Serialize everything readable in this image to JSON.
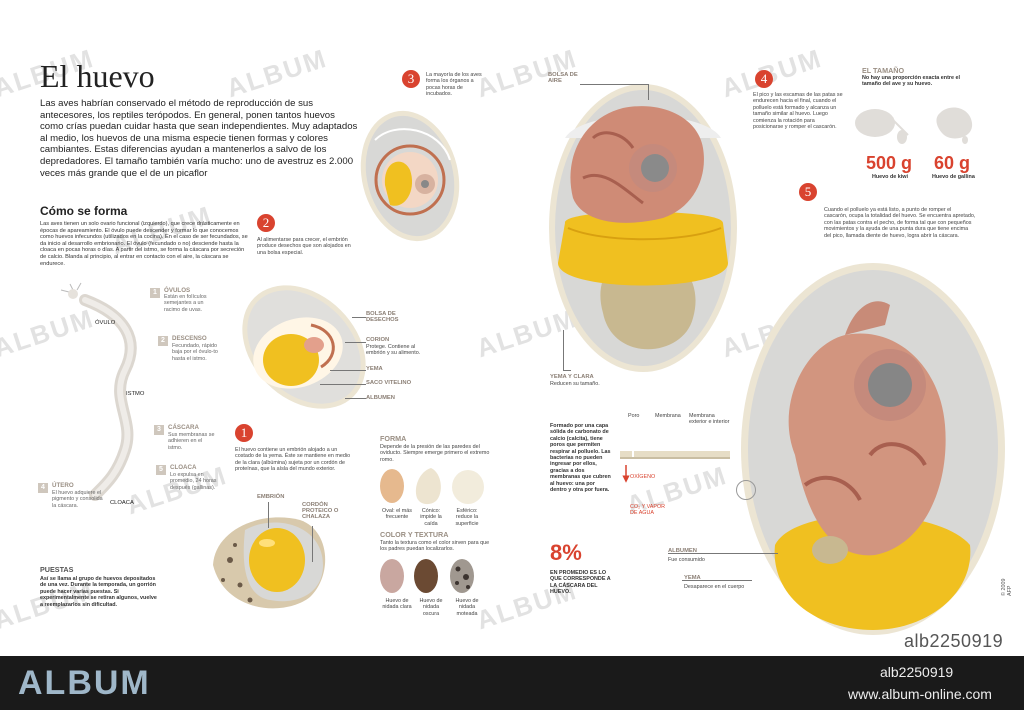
{
  "title": "El huevo",
  "intro": "Las aves habrían conservado el método de reproducción de sus antecesores, los reptiles terópodos. En general, ponen tantos huevos como crías puedan cuidar hasta que sean independientes. Muy adaptados al medio, los huevos de una misma especie tienen formas y colores cambiantes. Estas diferencias ayudan a mantenerlos a salvo de los depredadores. El tamaño también varía mucho: uno de avestruz es 2.000 veces más grande que el de un picaflor",
  "como_se_forma": {
    "heading": "Cómo se forma",
    "text": "Las aves tienen un solo ovario funcional (izquierdo), que crece drásticamente en épocas de apareamiento. El óvulo puede descender y formar lo que conocemos como huevos infecundos (utilizados en la cocina). En el caso de ser fecundados, se da inicio al desarrollo embrionario. El óvulo (fecundado o no) desciende hasta la cloaca en pocas horas o días. A partir del istmo, se forma la cáscara por secreción de calcio. Blanda al principio, al entrar en contacto con el aire, la cáscara se endurece.",
    "labels": {
      "ovulo": "ÓVULO",
      "istmo": "ISTMO",
      "cloaca": "CLOACA"
    },
    "steps": [
      {
        "num": "1",
        "title": "ÓVULOS",
        "desc": "Están en folículos semejantes a un racimo de uvas."
      },
      {
        "num": "2",
        "title": "DESCENSO",
        "desc": "Fecundado, rápido baja por el óvulo-to hasta el istmo."
      },
      {
        "num": "3",
        "title": "CÁSCARA",
        "desc": "Sus membranas se adhieren en el istmo."
      },
      {
        "num": "5",
        "title": "CLOACA",
        "desc": "Lo expulsa en promedio, 24 horas después (gallinas)."
      },
      {
        "num": "4",
        "title": "ÚTERO",
        "desc": "El huevo adquiere el pigmento y consolida la cáscara."
      }
    ]
  },
  "puestas": {
    "title": "PUESTAS",
    "text": "Así se llama al grupo de huevos depositados de una vez. Durante la temporada, un gorrión puede hacer varias puestas. Si experimentalmente se retiran algunos, vuelve a reemplazarlos sin dificultad."
  },
  "stages": [
    {
      "num": "1",
      "text": "El huevo contiene un embrión alojado a un costado de la yema. Éste se mantiene en medio de la clara (albúmina) sujeta por un cordón de proteínas, que la aísla del mundo exterior."
    },
    {
      "num": "2",
      "text": "Al alimentarse para crecer, el embrión produce desechos que son alojados en una bolsa especial."
    },
    {
      "num": "3",
      "text": "La mayoría de los aves forma los órganos a pocas horas de incubados."
    },
    {
      "num": "4",
      "text": "El pico y las escamas de las patas se endurecen hacia el final, cuando el polluelo está formado y alcanza un tamaño similar al huevo. Luego comienza la rotación para posicionarse y romper el cascarón."
    },
    {
      "num": "5",
      "text": "Cuando el polluelo ya está listo, a punto de romper el cascarón, ocupa la totalidad del huevo. Se encuentra apretado, con las patas contra el pecho, de forma tal que con pequeños movimientos y la ayuda de una punta dura que tiene encima del pico, llamada diente de huevo, logra abrir la cáscara."
    }
  ],
  "egg1_labels": {
    "embrion": "EMBRIÓN",
    "cordon": "CORDÓN PROTEICO O CHALAZA"
  },
  "egg2_labels": [
    {
      "title": "BOLSA DE DESECHOS",
      "desc": ""
    },
    {
      "title": "CORION",
      "desc": "Protege. Contiene al embrión y su alimento."
    },
    {
      "title": "YEMA",
      "desc": ""
    },
    {
      "title": "SACO VITELINO",
      "desc": ""
    },
    {
      "title": "ALBUMEN",
      "desc": ""
    }
  ],
  "forma": {
    "title": "FORMA",
    "desc": "Depende de la presión de las paredes del oviducto. Siempre emerge primero el extremo romo.",
    "items": [
      {
        "label": "Oval: el más frecuente"
      },
      {
        "label": "Cónico: impide la caída"
      },
      {
        "label": "Esférico: reduce la superficie"
      }
    ]
  },
  "color_textura": {
    "title": "COLOR Y TEXTURA",
    "desc": "Tanto la textura como el color sirven para que los padres puedan localizarlos.",
    "items": [
      {
        "label": "Huevo de nidada clara"
      },
      {
        "label": "Huevo de nidada oscura"
      },
      {
        "label": "Huevo de nidada moteada"
      }
    ]
  },
  "bolsa_aire": "BOLSA DE AIRE",
  "yema_clara": {
    "title": "YEMA Y CLARA",
    "desc": "Reducen su tamaño."
  },
  "shell_text": "Formado por una capa sólida de carbonato de calcio (calcita), tiene poros que permiten respirar al polluelo. Las bacterias no pueden ingresar por ellos, gracias a dos membranas que cubren al huevo: una por dentro y otra por fuera.",
  "pct": {
    "value": "8%",
    "desc": "EN PROMEDIO ES LO QUE CORRESPONDE A LA CÁSCARA DEL HUEVO."
  },
  "shell_labels": {
    "poro": "Poro",
    "membrana": "Membrana",
    "membrana_ext": "Membrana exterior e interior",
    "oxigeno": "OXÍGENO",
    "co2": "CO₂ Y VAPOR DE AGUA"
  },
  "egg5_labels": [
    {
      "title": "ALBUMEN",
      "desc": "Fue consumido"
    },
    {
      "title": "YEMA",
      "desc": "Desaparece en el cuerpo"
    }
  ],
  "tamano": {
    "title": "EL TAMAÑO",
    "desc": "No hay una proporción exacta entre el tamaño del ave y su huevo.",
    "items": [
      {
        "value": "500 g",
        "label": "Huevo de kiwi"
      },
      {
        "value": "60 g",
        "label": "Huevo de gallina"
      }
    ]
  },
  "credit": "© 2009 AFP",
  "watermark": "ALBUM",
  "footer": {
    "logo": "ALBUM",
    "code": "alb2250919",
    "url": "www.album-online.com"
  },
  "image_code": "alb2250919",
  "colors": {
    "accent": "#d9432f",
    "footer_bg": "#1a1a1a",
    "yolk": "#f0c020",
    "shell": "#ece5d3"
  }
}
